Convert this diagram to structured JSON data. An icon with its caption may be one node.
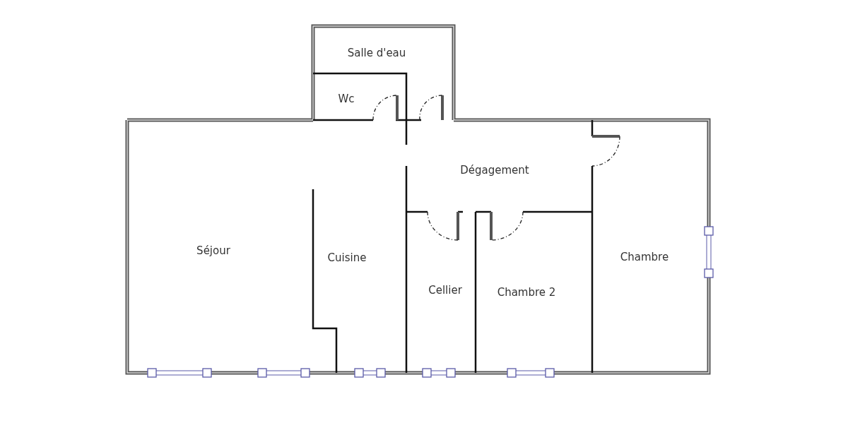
{
  "diagram": {
    "labels": [
      "Salle d'eau",
      "Wc",
      "Dégagement",
      "Séjour",
      "Cuisine",
      "Chambre",
      "Cellier",
      "Chambre 2"
    ]
  }
}
